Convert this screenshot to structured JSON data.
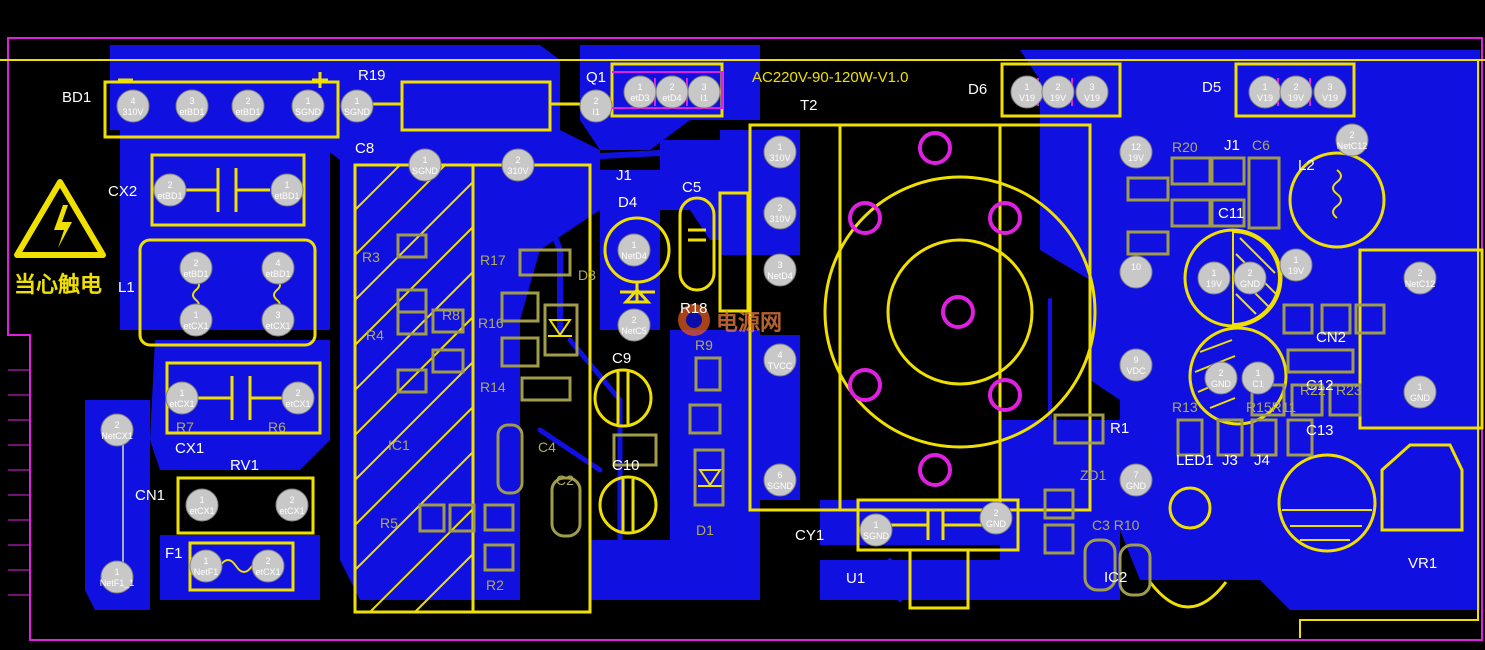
{
  "board": {
    "title": "AC220V-90-120W-V1.0",
    "warning_text": "当心触电",
    "watermark": "电源网"
  },
  "labels": [
    {
      "id": "BD1",
      "text": "BD1"
    },
    {
      "id": "R19",
      "text": "R19"
    },
    {
      "id": "Q1",
      "text": "Q1"
    },
    {
      "id": "D6",
      "text": "D6"
    },
    {
      "id": "D5",
      "text": "D5"
    },
    {
      "id": "T2",
      "text": "T2"
    },
    {
      "id": "C8",
      "text": "C8"
    },
    {
      "id": "CX2",
      "text": "CX2"
    },
    {
      "id": "L1",
      "text": "L1"
    },
    {
      "id": "J1",
      "text": "J1"
    },
    {
      "id": "D4",
      "text": "D4"
    },
    {
      "id": "C5",
      "text": "C5"
    },
    {
      "id": "R18",
      "text": "R18"
    },
    {
      "id": "C9",
      "text": "C9"
    },
    {
      "id": "C10",
      "text": "C10"
    },
    {
      "id": "CX1",
      "text": "CX1"
    },
    {
      "id": "RV1",
      "text": "RV1"
    },
    {
      "id": "CN1",
      "text": "CN1"
    },
    {
      "id": "F1",
      "text": "F1"
    },
    {
      "id": "CY1",
      "text": "CY1"
    },
    {
      "id": "U1",
      "text": "U1"
    },
    {
      "id": "IC2",
      "text": "IC2"
    },
    {
      "id": "C11",
      "text": "C11"
    },
    {
      "id": "L2",
      "text": "L2"
    },
    {
      "id": "CN2",
      "text": "CN2"
    },
    {
      "id": "C12",
      "text": "C12"
    },
    {
      "id": "C13",
      "text": "C13"
    },
    {
      "id": "LED1",
      "text": "LED1"
    },
    {
      "id": "J3",
      "text": "J3"
    },
    {
      "id": "J4",
      "text": "J4"
    },
    {
      "id": "VR1",
      "text": "VR1"
    },
    {
      "id": "R1",
      "text": "R1"
    },
    {
      "id": "ZD1",
      "text": "ZD1"
    },
    {
      "id": "J1b",
      "text": "J1"
    },
    {
      "id": "C3R10",
      "text": "C3 R10"
    },
    {
      "id": "R17",
      "text": "R17"
    },
    {
      "id": "D3",
      "text": "D3"
    },
    {
      "id": "R3",
      "text": "R3"
    },
    {
      "id": "R4",
      "text": "R4"
    },
    {
      "id": "R8",
      "text": "R8"
    },
    {
      "id": "R16",
      "text": "R16"
    },
    {
      "id": "R14",
      "text": "R14"
    },
    {
      "id": "C4",
      "text": "C4"
    },
    {
      "id": "C2",
      "text": "C2"
    },
    {
      "id": "IC1",
      "text": "IC1"
    },
    {
      "id": "R5",
      "text": "R5"
    },
    {
      "id": "R2",
      "text": "R2"
    },
    {
      "id": "R9",
      "text": "R9"
    },
    {
      "id": "D1",
      "text": "D1"
    },
    {
      "id": "R7",
      "text": "R7"
    },
    {
      "id": "R6",
      "text": "R6"
    },
    {
      "id": "C6",
      "text": "C6"
    },
    {
      "id": "R20",
      "text": "R20"
    },
    {
      "id": "R13",
      "text": "R13"
    },
    {
      "id": "R15R11",
      "text": "R15R11"
    },
    {
      "id": "R22",
      "text": "R22"
    },
    {
      "id": "R23",
      "text": "R23"
    }
  ],
  "pads": [
    {
      "n": "4",
      "net": "310V"
    },
    {
      "n": "3",
      "net": "etBD1"
    },
    {
      "n": "2",
      "net": "etBD1"
    },
    {
      "n": "1",
      "net": "SGND"
    },
    {
      "n": "1",
      "net": "SGND"
    },
    {
      "n": "2",
      "net": "I1"
    },
    {
      "n": "1",
      "net": "etD3"
    },
    {
      "n": "2",
      "net": "etD4"
    },
    {
      "n": "3",
      "net": "I1"
    },
    {
      "n": "1",
      "net": "V19"
    },
    {
      "n": "2",
      "net": "19V"
    },
    {
      "n": "3",
      "net": "V19"
    },
    {
      "n": "1",
      "net": "V19"
    },
    {
      "n": "2",
      "net": "19V"
    },
    {
      "n": "3",
      "net": "V19"
    },
    {
      "n": "1",
      "net": "SGND"
    },
    {
      "n": "2",
      "net": "310V"
    },
    {
      "n": "2",
      "net": "etBD1"
    },
    {
      "n": "1",
      "net": "etBD1"
    },
    {
      "n": "2",
      "net": "etBD1"
    },
    {
      "n": "4",
      "net": "etBD1"
    },
    {
      "n": "1",
      "net": "etCX1"
    },
    {
      "n": "3",
      "net": "etCX1"
    },
    {
      "n": "1",
      "net": "etCX1"
    },
    {
      "n": "2",
      "net": "etCX1"
    },
    {
      "n": "2",
      "net": "NetCX1"
    },
    {
      "n": "1",
      "net": "etCX1"
    },
    {
      "n": "2",
      "net": "etCX1"
    },
    {
      "n": "1",
      "net": "NetF1_1"
    },
    {
      "n": "1",
      "net": "NetF1"
    },
    {
      "n": "2",
      "net": "etCX1"
    },
    {
      "n": "1",
      "net": "NetD4"
    },
    {
      "n": "2",
      "net": "NetC5"
    },
    {
      "n": "1",
      "net": "310V"
    },
    {
      "n": "2",
      "net": "310V"
    },
    {
      "n": "3",
      "net": "NetD4"
    },
    {
      "n": "4",
      "net": "TVCC"
    },
    {
      "n": "6",
      "net": "SGND"
    },
    {
      "n": "12",
      "net": "19V"
    },
    {
      "n": "10",
      "net": ""
    },
    {
      "n": "9",
      "net": "VDC"
    },
    {
      "n": "7",
      "net": "GND"
    },
    {
      "n": "1",
      "net": "SGND"
    },
    {
      "n": "2",
      "net": "GND"
    },
    {
      "n": "1",
      "net": "19V"
    },
    {
      "n": "2",
      "net": "GND"
    },
    {
      "n": "2",
      "net": "GND"
    },
    {
      "n": "1",
      "net": "C1"
    },
    {
      "n": "1",
      "net": "19V"
    },
    {
      "n": "2",
      "net": "NetC12"
    },
    {
      "n": "2",
      "net": "NetC12"
    },
    {
      "n": "1",
      "net": "GND"
    }
  ]
}
